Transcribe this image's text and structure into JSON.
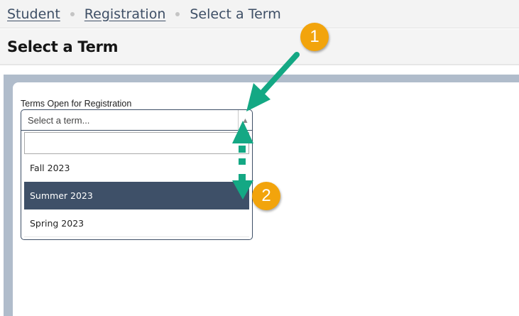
{
  "breadcrumb": {
    "items": [
      {
        "label": "Student",
        "link": true
      },
      {
        "label": "Registration",
        "link": true
      },
      {
        "label": "Select a Term",
        "link": false
      }
    ]
  },
  "page": {
    "title": "Select a Term"
  },
  "form": {
    "term_label": "Terms Open for Registration",
    "select_placeholder": "Select a term...",
    "search_value": "",
    "options": [
      {
        "label": "Fall 2023",
        "highlighted": false
      },
      {
        "label": "Summer 2023",
        "highlighted": true
      },
      {
        "label": "Spring 2023",
        "highlighted": false
      }
    ]
  },
  "annotations": {
    "step1": "1",
    "step2": "2",
    "accent_color": "#14a884",
    "badge_color": "#f2a40c"
  },
  "colors": {
    "highlight_bg": "#3e5068",
    "panel_frame": "#b0bccb",
    "breadcrumb_text": "#3e4f66"
  }
}
